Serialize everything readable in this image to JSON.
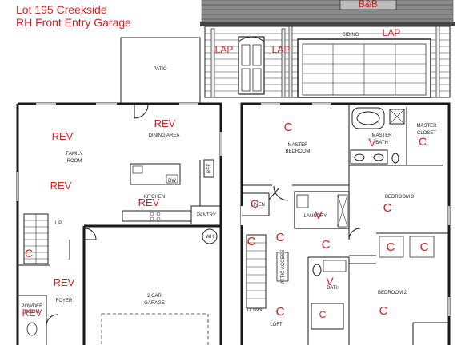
{
  "header": {
    "line1": "Lot 195 Creekside",
    "line2": "RH Front Entry Garage"
  },
  "elevation": {
    "roof_label": "B&B",
    "siding_label": "SIDING",
    "marks": {
      "left": "LAP",
      "center": "LAP",
      "right": "LAP"
    }
  },
  "first_floor": {
    "rooms": {
      "patio": "PATIO",
      "dining": "DINING AREA",
      "family_1": "FAMILY",
      "family_2": "ROOM",
      "kitchen": "KITCHEN",
      "pantry": "PANTRY",
      "garage_1": "2 CAR",
      "garage_2": "GARAGE",
      "foyer": "FOYER",
      "powder_1": "POWDER",
      "powder_2": "ROOM",
      "dw": "DW",
      "ref": "REF",
      "wh": "WH",
      "up": "UP"
    },
    "marks": {
      "family_upper": "REV",
      "dining": "REV",
      "family_lower": "REV",
      "kitchen": "REV",
      "foyer": "REV",
      "powder": "REV",
      "stair": "C"
    }
  },
  "second_floor": {
    "rooms": {
      "master_1": "MASTER",
      "master_2": "BEDROOM",
      "mbath_1": "MASTER",
      "mbath_2": "BATH",
      "mcloset_1": "MASTER",
      "mcloset_2": "CLOSET",
      "linen": "LINEN",
      "laundry": "LAUNDRY",
      "bed3": "BEDROOM 3",
      "bed2": "BEDROOM 2",
      "bath": "BATH",
      "loft": "LOFT",
      "down": "DOWN",
      "attic": "ATTIC ACCESS"
    },
    "marks": {
      "master_bed": "C",
      "master_bath": "V",
      "master_closet": "C",
      "linen": "C",
      "hall_left": "C",
      "hall_center": "C",
      "laundry": "V",
      "laundry_hall": "C",
      "bed3": "C",
      "bed3_closet_a": "C",
      "bed3_closet_b": "C",
      "bath": "V",
      "loft": "C",
      "bed2": "C",
      "bath_floor": "C"
    }
  }
}
